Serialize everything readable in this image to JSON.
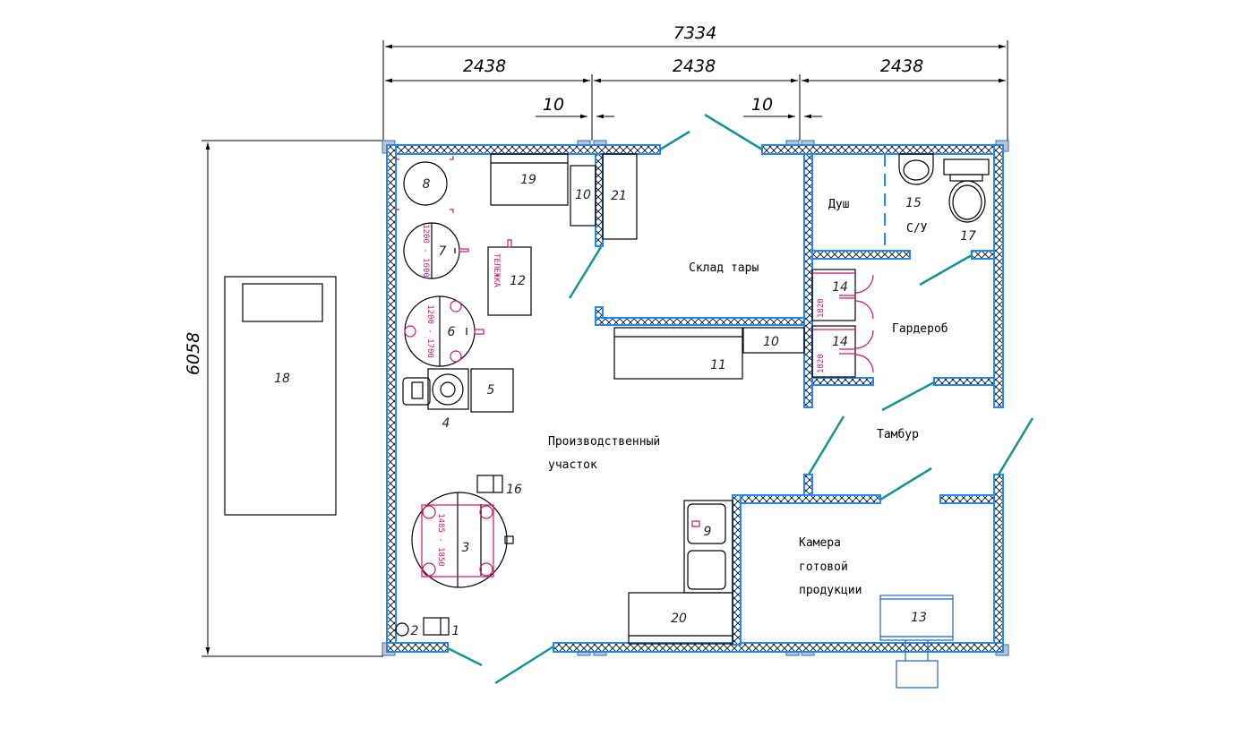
{
  "dimensions": {
    "total_width": "7334",
    "section_widths": [
      "2438",
      "2438",
      "2438"
    ],
    "gap_labels": [
      "10",
      "10"
    ],
    "total_height": "6058"
  },
  "rooms": {
    "production_line1": "Производственный",
    "production_line2": "участок",
    "storage": "Склад тары",
    "shower": "Душ",
    "toilet": "С/У",
    "wardrobe": "Гардероб",
    "vestibule": "Тамбур",
    "chamber_line1": "Камера",
    "chamber_line2": "готовой",
    "chamber_line3": "продукции"
  },
  "equipment": {
    "n1": "1",
    "n2": "2",
    "n3": "3",
    "n4": "4",
    "n5": "5",
    "n6": "6",
    "n7": "7",
    "n8": "8",
    "n9": "9",
    "n10a": "10",
    "n10b": "10",
    "n11": "11",
    "n12": "12",
    "n13": "13",
    "n14a": "14",
    "n14b": "14",
    "n15": "15",
    "n16": "16",
    "n17": "17",
    "n18": "18",
    "n19": "19",
    "n20": "20",
    "n21": "21"
  },
  "markings": {
    "tank7": "1200 - 1600",
    "tank6": "1200 - 1700",
    "tank3": "1485 - 1850",
    "cart12": "ТЕЛЕЖКА",
    "locker_a": "1820",
    "locker_b": "1820"
  },
  "colors": {
    "wall_outline": "#1e88ff",
    "door": "#14948c",
    "marking": "#c8186e"
  }
}
